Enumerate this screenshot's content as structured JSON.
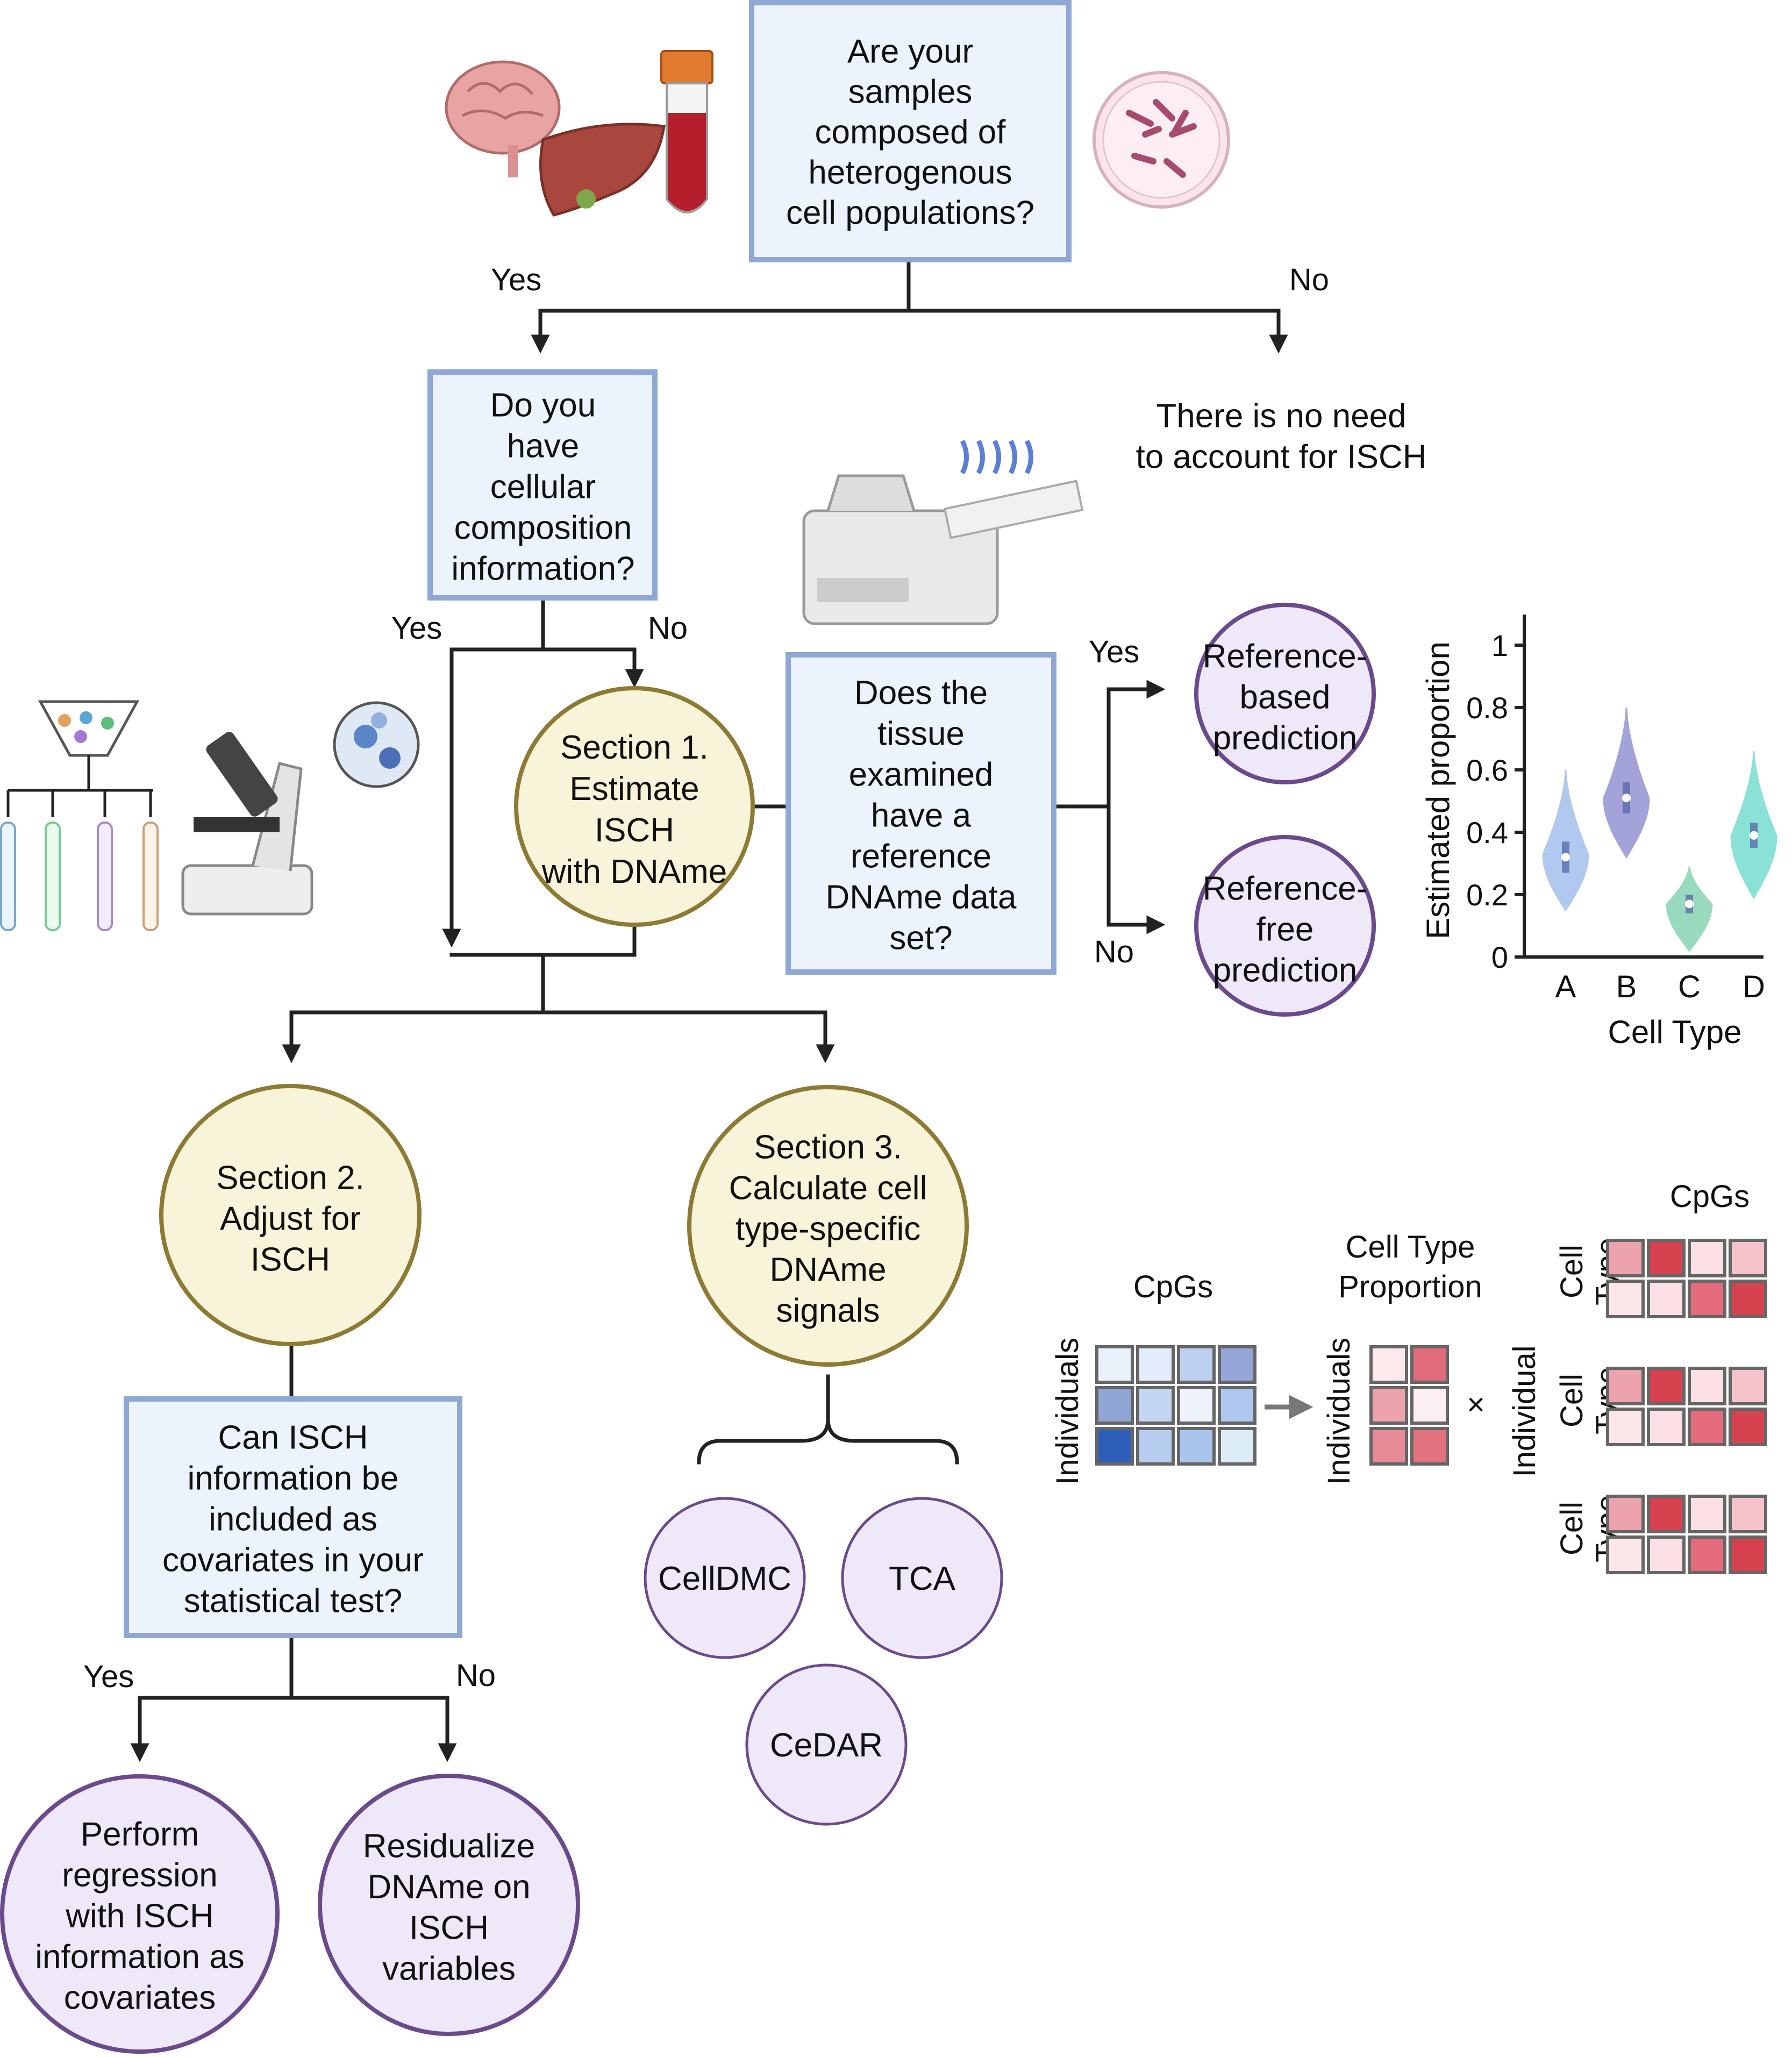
{
  "nodes": {
    "q_heterogeneous": "Are your\nsamples\ncomposed of\nheterogenous\ncell populations?",
    "no_need": "There is no need\nto account for ISCH",
    "q_cellular_comp": "Do you\nhave\ncellular\ncomposition\ninformation?",
    "section1": "Section 1.\nEstimate\nISCH\nwith DNAme",
    "q_reference": "Does the\ntissue\nexamined\nhave a\nreference\nDNAme data\nset?",
    "ref_based": "Reference-\nbased\nprediction",
    "ref_free": "Reference-\nfree\nprediction",
    "section2": "Section 2.\nAdjust for\nISCH",
    "section3": "Section 3.\nCalculate cell\ntype-specific\nDNAme\nsignals",
    "q_covariates": "Can ISCH\ninformation be\nincluded as\ncovariates in your\nstatistical test?",
    "perform_regression": "Perform\nregression\nwith ISCH\ninformation as\ncovariates",
    "residualize": "Residualize\nDNAme on\nISCH\nvariables",
    "celldmc": "CellDMC",
    "tca": "TCA",
    "cedar": "CeDAR"
  },
  "edge_labels": {
    "yes1": "Yes",
    "no1": "No",
    "yes2": "Yes",
    "no2": "No",
    "yes3": "Yes",
    "no3": "No",
    "yes4": "Yes",
    "no4": "No"
  },
  "chart_data": {
    "type": "violin",
    "categories": [
      "A",
      "B",
      "C",
      "D"
    ],
    "xlabel": "Cell Type",
    "ylabel": "Estimated proportion",
    "yticks": [
      "0",
      "0.2",
      "0.4",
      "0.6",
      "0.8",
      "1"
    ],
    "ylim": [
      0,
      1
    ],
    "series": [
      {
        "category": "A",
        "min": 0.15,
        "max": 0.6,
        "median": 0.32,
        "q1": 0.27,
        "q3": 0.37,
        "mode": 0.33,
        "color": "#a9c4ee"
      },
      {
        "category": "B",
        "min": 0.32,
        "max": 0.8,
        "median": 0.51,
        "q1": 0.46,
        "q3": 0.56,
        "mode": 0.51,
        "color": "#9a9ad6"
      },
      {
        "category": "C",
        "min": 0.02,
        "max": 0.29,
        "median": 0.17,
        "q1": 0.14,
        "q3": 0.2,
        "mode": 0.17,
        "color": "#8fd6b8"
      },
      {
        "category": "D",
        "min": 0.19,
        "max": 0.66,
        "median": 0.39,
        "q1": 0.35,
        "q3": 0.43,
        "mode": 0.39,
        "color": "#7edfd2"
      }
    ]
  },
  "matrix": {
    "cpgs": "CpGs",
    "individuals": "Individuals",
    "cell_type_proportion": "Cell Type\nProportion",
    "individual": "Individual",
    "cell_type": "Cell\nType",
    "times": "×",
    "blue_colors": [
      "#eaf1fb",
      "#e3ecfa",
      "#bdd0ef",
      "#93a6d6",
      "#8fa5d6",
      "#c4d7f2",
      "#eef3fb",
      "#aec7ee",
      "#2d5fb8",
      "#b6cdf0",
      "#a9c4ed",
      "#dcecf5"
    ],
    "prop_colors": [
      "#fde9ec",
      "#e06c7b",
      "#eda3ad",
      "#fdf0f2",
      "#e88b98",
      "#e3727f"
    ],
    "ct_colors": [
      "#eca3ae",
      "#d7424f",
      "#fbe1e5",
      "#f5c3cb",
      "#fde6ea",
      "#fbe1e5",
      "#e46b79",
      "#d7424f"
    ],
    "colors": {
      "blue_box": "#8fa7d4",
      "yellow_circle": "#8c7a35",
      "purple_circle": "#6a4a8c"
    }
  }
}
